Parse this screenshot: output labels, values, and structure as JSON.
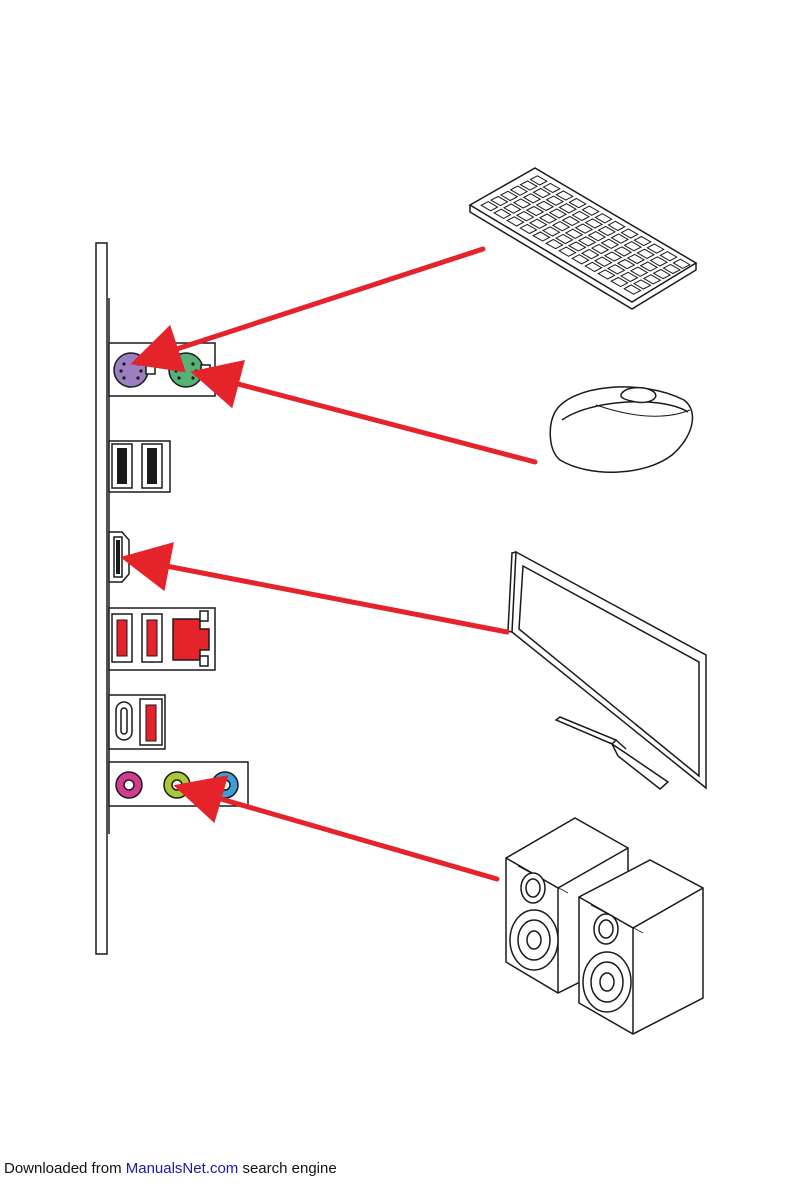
{
  "footer": {
    "prefix": "Downloaded from ",
    "site": "ManualsNet.com",
    "suffix": " search engine"
  },
  "colors": {
    "arrow": "#e5232b",
    "ps2_keyboard": "#9b7fc0",
    "ps2_mouse": "#55b274",
    "usb_red": "#e5232b",
    "lan": "#e5232b",
    "audio_pink": "#d13d8e",
    "audio_green": "#a9c83a",
    "audio_blue": "#3d9fd6",
    "outline": "#1a1a1a"
  },
  "connections": [
    {
      "device": "keyboard",
      "icon": "keyboard-icon",
      "port": "ps2-keyboard-port"
    },
    {
      "device": "mouse",
      "icon": "mouse-icon",
      "port": "ps2-mouse-port"
    },
    {
      "device": "monitor",
      "icon": "monitor-icon",
      "port": "hdmi-port"
    },
    {
      "device": "speakers",
      "icon": "speakers-icon",
      "port": "audio-line-out-port"
    }
  ]
}
